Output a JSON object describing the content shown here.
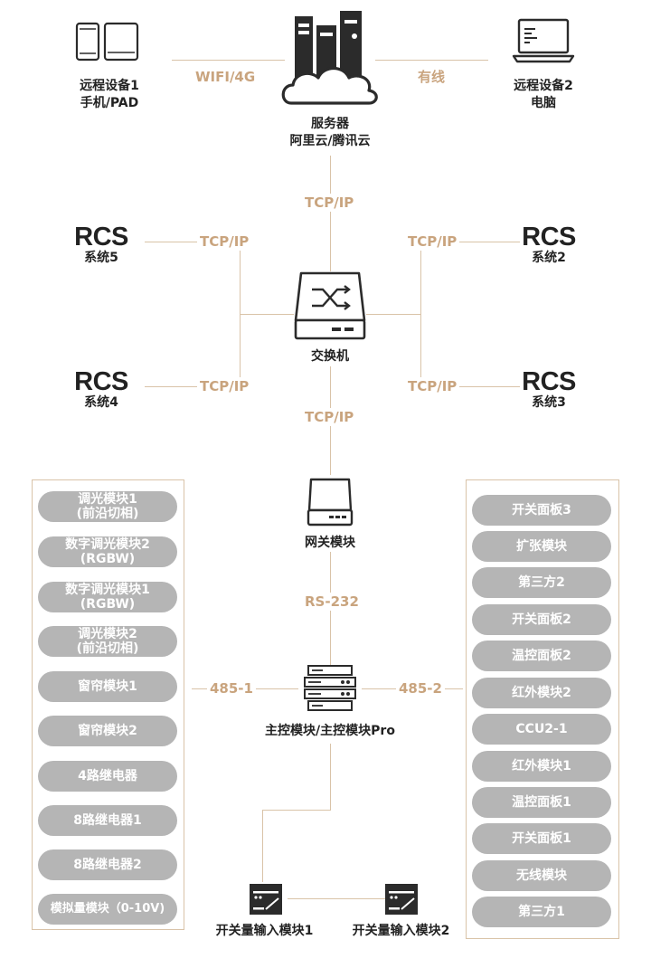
{
  "devices": {
    "remote1": {
      "line1": "远程设备1",
      "line2": "手机/PAD"
    },
    "remote2": {
      "line1": "远程设备2",
      "line2": "电脑"
    },
    "server": {
      "line1": "服务器",
      "line2": "阿里云/腾讯云"
    },
    "switch": {
      "label": "交换机"
    },
    "gateway": {
      "label": "网关模块"
    },
    "master": {
      "label": "主控模块/主控模块Pro"
    },
    "input1": {
      "label": "开关量输入模块1"
    },
    "input2": {
      "label": "开关量输入模块2"
    }
  },
  "links": {
    "wifi": "WIFI/4G",
    "wired": "有线",
    "tcp_server": "TCP/IP",
    "tcp_rcs5": "TCP/IP",
    "tcp_rcs2": "TCP/IP",
    "tcp_rcs4": "TCP/IP",
    "tcp_rcs3": "TCP/IP",
    "tcp_gateway": "TCP/IP",
    "rs232": "RS-232",
    "bus1": "485-1",
    "bus2": "485-2"
  },
  "rcs": {
    "s5": {
      "big": "RCS",
      "small": "系统5"
    },
    "s2": {
      "big": "RCS",
      "small": "系统2"
    },
    "s4": {
      "big": "RCS",
      "small": "系统4"
    },
    "s3": {
      "big": "RCS",
      "small": "系统3"
    }
  },
  "left_modules": [
    "调光模块1\n(前沿切相)",
    "数字调光模块2\n(RGBW)",
    "数字调光模块1\n(RGBW)",
    "调光模块2\n(前沿切相)",
    "窗帘模块1",
    "窗帘模块2",
    "4路继电器",
    "8路继电器1",
    "8路继电器2",
    "模拟量模块（0-10V)"
  ],
  "right_modules": [
    "开关面板3",
    "扩张模块",
    "第三方2",
    "开关面板2",
    "温控面板2",
    "红外模块2",
    "CCU2-1",
    "红外模块1",
    "温控面板1",
    "开关面板1",
    "无线模块",
    "第三方1"
  ],
  "colors": {
    "wire": "#d9c3a8",
    "label": "#c9a47e",
    "pill": "#b5b5b5",
    "icon": "#2b2b2b"
  }
}
